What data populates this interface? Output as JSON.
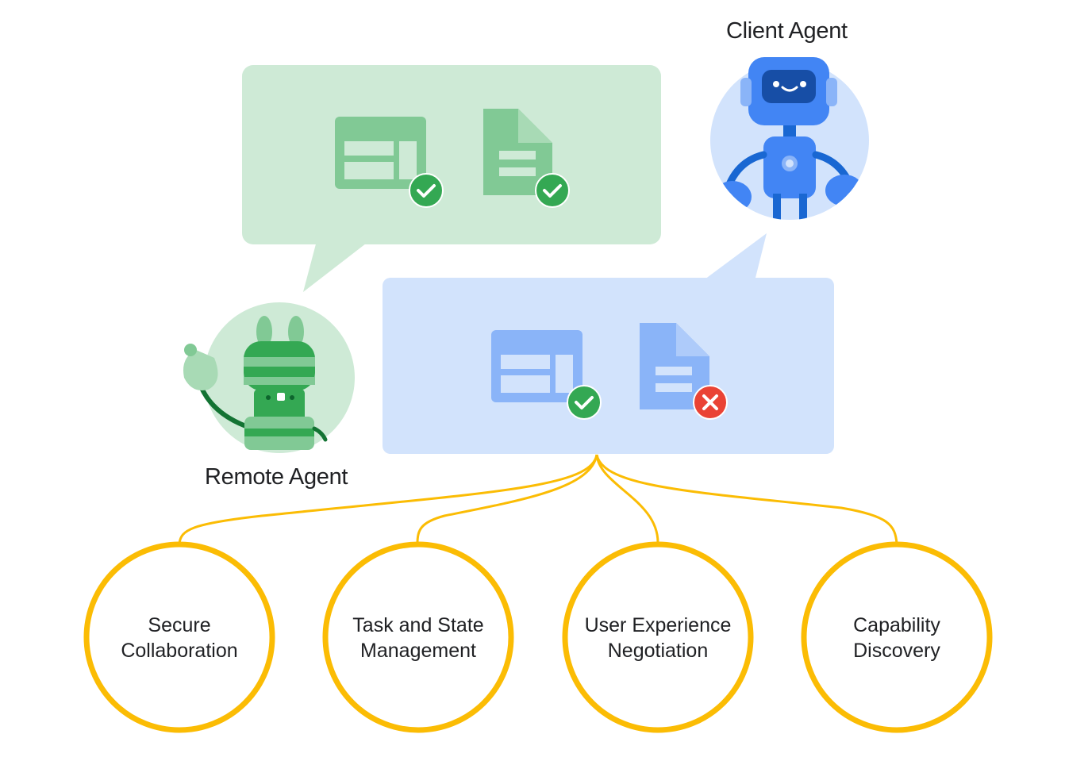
{
  "client_agent": {
    "label": "Client Agent"
  },
  "remote_agent": {
    "label": "Remote Agent"
  },
  "remote_message": {
    "items": [
      {
        "icon": "table-icon",
        "status": "check"
      },
      {
        "icon": "document-icon",
        "status": "check"
      }
    ]
  },
  "client_message": {
    "items": [
      {
        "icon": "table-icon",
        "status": "check"
      },
      {
        "icon": "document-icon",
        "status": "cross"
      }
    ]
  },
  "capabilities": [
    {
      "line1": "Secure",
      "line2": "Collaboration"
    },
    {
      "line1": "Task and State",
      "line2": "Management"
    },
    {
      "line1": "User Experience",
      "line2": "Negotiation"
    },
    {
      "line1": "Capability",
      "line2": "Discovery"
    }
  ],
  "colors": {
    "green_bubble": "#ceead6",
    "green_icon": "#81c995",
    "green_badge": "#34a853",
    "blue_bubble": "#d2e3fc",
    "blue_icon": "#8ab4f8",
    "red_badge": "#ea4335",
    "yellow": "#fbbc04",
    "robot_blue": "#1a73e8"
  }
}
